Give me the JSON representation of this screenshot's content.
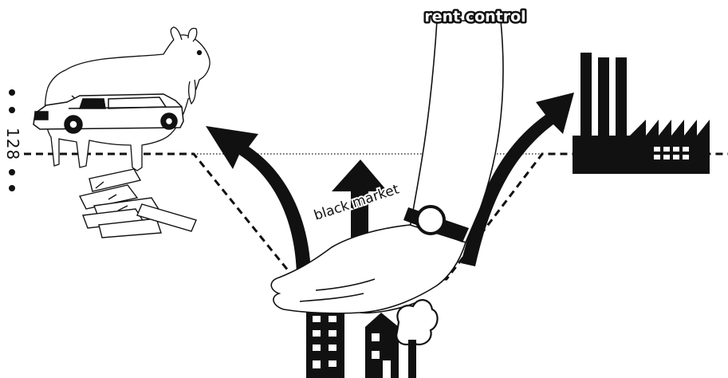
{
  "page": {
    "number": "128"
  },
  "title": {
    "text": "rent control"
  },
  "labels": {
    "black_market": "black market"
  },
  "icons": {
    "goat": "goat-icon",
    "limousine": "limousine-icon",
    "fingers": "fingers-icon",
    "arrow_left": "curved-arrow-up-left-icon",
    "arrow_up": "arrow-up-icon",
    "arrow_right": "curved-arrow-up-right-icon",
    "hand": "pressing-hand-icon",
    "watch": "wristwatch-icon",
    "factory": "factory-icon",
    "apartment": "apartment-building-icon",
    "house": "house-icon",
    "tree": "tree-icon"
  },
  "colors": {
    "ink": "#111111",
    "paper": "#ffffff"
  }
}
